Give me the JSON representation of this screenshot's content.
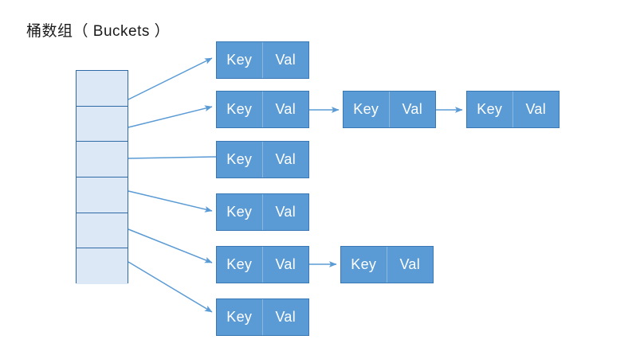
{
  "diagram": {
    "title": "桶数组（ Buckets ）",
    "type": "hash-table-separate-chaining",
    "colors": {
      "bucket_fill": "#dde8f6",
      "bucket_border": "#2e6ba6",
      "node_fill": "#5b9bd5",
      "node_border": "#3a77b5",
      "node_divider": "#8cb8e0",
      "node_text": "#ffffff",
      "edge": "#5b9bd5",
      "title_text": "#1a1a1a",
      "background": "#ffffff"
    },
    "bucket_array": {
      "label": "桶数组（ Buckets ）",
      "cell_count": 6,
      "cells": [
        {
          "index": 0,
          "label": ""
        },
        {
          "index": 1,
          "label": ""
        },
        {
          "index": 2,
          "label": ""
        },
        {
          "index": 3,
          "label": ""
        },
        {
          "index": 4,
          "label": ""
        },
        {
          "index": 5,
          "label": ""
        }
      ]
    },
    "node_labels": {
      "key": "Key",
      "val": "Val"
    },
    "chains": [
      {
        "bucket_index": 0,
        "node_count": 1,
        "nodes": [
          {
            "key": "Key",
            "val": "Val"
          }
        ]
      },
      {
        "bucket_index": 1,
        "node_count": 3,
        "nodes": [
          {
            "key": "Key",
            "val": "Val"
          },
          {
            "key": "Key",
            "val": "Val"
          },
          {
            "key": "Key",
            "val": "Val"
          }
        ]
      },
      {
        "bucket_index": 2,
        "node_count": 1,
        "nodes": [
          {
            "key": "Key",
            "val": "Val"
          }
        ]
      },
      {
        "bucket_index": 3,
        "node_count": 1,
        "nodes": [
          {
            "key": "Key",
            "val": "Val"
          }
        ]
      },
      {
        "bucket_index": 4,
        "node_count": 2,
        "nodes": [
          {
            "key": "Key",
            "val": "Val"
          },
          {
            "key": "Key",
            "val": "Val"
          }
        ]
      },
      {
        "bucket_index": 5,
        "node_count": 1,
        "nodes": [
          {
            "key": "Key",
            "val": "Val"
          }
        ]
      }
    ]
  }
}
